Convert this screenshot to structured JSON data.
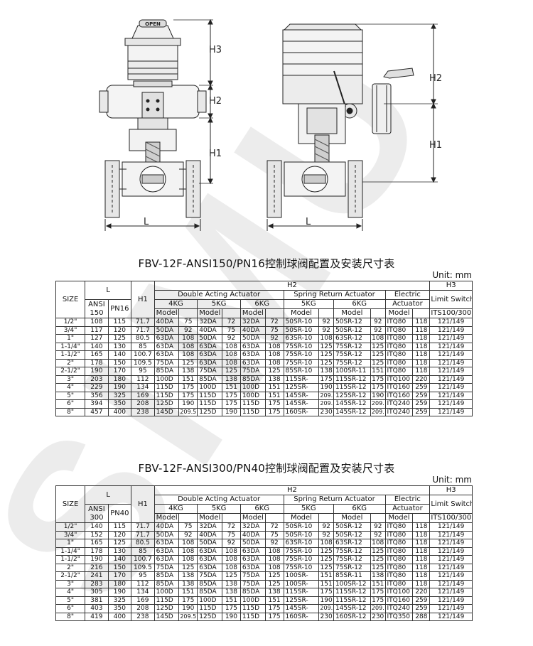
{
  "drawing": {
    "open_label": "OPEN",
    "dims": {
      "h1": "H1",
      "h2": "H2",
      "h3": "H3",
      "l": "L"
    }
  },
  "watermark": {
    "text": "SIMU"
  },
  "headers": {
    "size": "SIZE",
    "l": "L",
    "h1": "H1",
    "h2": "H2",
    "h3": "H3",
    "double_acting": "Double Acting Actuator",
    "spring_return": "Spring Return Actuator",
    "electric": "Electric",
    "actuator": "Actuator",
    "limit_switch": "Limit Switch",
    "kg4": "4KG",
    "kg5": "5KG",
    "kg6": "6KG",
    "model": "Model",
    "its": "ITS100/300"
  },
  "table1": {
    "title": "FBV-12F-ANSI150/PN16控制球阀配置及安装尺寸表",
    "unit": "Unit: mm",
    "ansi_label": "ANSI",
    "ansi_num": "150",
    "pn_label": "PN16",
    "rows": [
      [
        "1/2\"",
        "108",
        "115",
        "71.7",
        "40DA",
        "75",
        "32DA",
        "72",
        "32DA",
        "72",
        "50SR-10",
        "92",
        "50SR-12",
        "92",
        "ITQ80",
        "118",
        "121/149"
      ],
      [
        "3/4\"",
        "117",
        "120",
        "71.7",
        "50DA",
        "92",
        "40DA",
        "75",
        "40DA",
        "75",
        "50SR-10",
        "92",
        "50SR-12",
        "92",
        "ITQ80",
        "118",
        "121/149"
      ],
      [
        "1\"",
        "127",
        "125",
        "80.5",
        "63DA",
        "108",
        "50DA",
        "92",
        "50DA",
        "92",
        "63SR-10",
        "108",
        "63SR-12",
        "108",
        "ITQ80",
        "118",
        "121/149"
      ],
      [
        "1-1/4\"",
        "140",
        "130",
        "85",
        "63DA",
        "108",
        "63DA",
        "108",
        "63DA",
        "108",
        "75SR-10",
        "125",
        "75SR-12",
        "125",
        "ITQ80",
        "118",
        "121/149"
      ],
      [
        "1-1/2\"",
        "165",
        "140",
        "100.7",
        "63DA",
        "108",
        "63DA",
        "108",
        "63DA",
        "108",
        "75SR-10",
        "125",
        "75SR-12",
        "125",
        "ITQ80",
        "118",
        "121/149"
      ],
      [
        "2\"",
        "178",
        "150",
        "109.5",
        "75DA",
        "125",
        "63DA",
        "108",
        "63DA",
        "108",
        "75SR-10",
        "125",
        "75SR-12",
        "125",
        "ITQ80",
        "118",
        "121/149"
      ],
      [
        "2-1/2\"",
        "190",
        "170",
        "95",
        "85DA",
        "138",
        "75DA",
        "125",
        "75DA",
        "125",
        "85SR-10",
        "138",
        "100SR-11",
        "151",
        "ITQ80",
        "118",
        "121/149"
      ],
      [
        "3\"",
        "203",
        "180",
        "112",
        "100D",
        "151",
        "85DA",
        "138",
        "85DA",
        "138",
        "115SR-",
        "175",
        "115SR-12",
        "175",
        "ITQ100",
        "220",
        "121/149"
      ],
      [
        "4\"",
        "229",
        "190",
        "134",
        "115D",
        "175",
        "100D",
        "151",
        "100D",
        "151",
        "125SR-",
        "190",
        "115SR-12",
        "175",
        "ITQ160",
        "259",
        "121/149"
      ],
      [
        "5\"",
        "356",
        "325",
        "169",
        "115D",
        "175",
        "115D",
        "175",
        "100D",
        "151",
        "145SR-",
        "209.",
        "125SR-12",
        "190",
        "ITQ160",
        "259",
        "121/149"
      ],
      [
        "6\"",
        "394",
        "350",
        "208",
        "125D",
        "190",
        "115D",
        "175",
        "115D",
        "175",
        "145SR-",
        "209.",
        "145SR-12",
        "209.",
        "ITQ240",
        "259",
        "121/149"
      ],
      [
        "8\"",
        "457",
        "400",
        "238",
        "145D",
        "209.5",
        "125D",
        "190",
        "115D",
        "175",
        "160SR-",
        "230",
        "145SR-12",
        "209.",
        "ITQ240",
        "259",
        "121/149"
      ]
    ]
  },
  "table2": {
    "title": "FBV-12F-ANSI300/PN40控制球阀配置及安装尺寸表",
    "unit": "Unit: mm",
    "ansi_label": "ANSI",
    "ansi_num": "300",
    "pn_label": "PN40",
    "rows": [
      [
        "1/2\"",
        "140",
        "115",
        "71.7",
        "40DA",
        "75",
        "32DA",
        "72",
        "32DA",
        "72",
        "50SR-10",
        "92",
        "50SR-12",
        "92",
        "ITQ80",
        "118",
        "121/149"
      ],
      [
        "3/4\"",
        "152",
        "120",
        "71.7",
        "50DA",
        "92",
        "40DA",
        "75",
        "40DA",
        "75",
        "50SR-10",
        "92",
        "50SR-12",
        "92",
        "ITQ80",
        "118",
        "121/149"
      ],
      [
        "1\"",
        "165",
        "125",
        "80.5",
        "63DA",
        "108",
        "50DA",
        "92",
        "50DA",
        "92",
        "63SR-10",
        "108",
        "63SR-12",
        "108",
        "ITQ80",
        "118",
        "121/149"
      ],
      [
        "1-1/4\"",
        "178",
        "130",
        "85",
        "63DA",
        "108",
        "63DA",
        "108",
        "63DA",
        "108",
        "75SR-10",
        "125",
        "75SR-12",
        "125",
        "ITQ80",
        "118",
        "121/149"
      ],
      [
        "1-1/2\"",
        "190",
        "140",
        "100.7",
        "63DA",
        "108",
        "63DA",
        "108",
        "63DA",
        "108",
        "75SR-10",
        "125",
        "75SR-12",
        "125",
        "ITQ80",
        "118",
        "121/149"
      ],
      [
        "2\"",
        "216",
        "150",
        "109.5",
        "75DA",
        "125",
        "63DA",
        "108",
        "63DA",
        "108",
        "75SR-10",
        "125",
        "75SR-12",
        "125",
        "ITQ80",
        "118",
        "121/149"
      ],
      [
        "2-1/2\"",
        "241",
        "170",
        "95",
        "85DA",
        "138",
        "75DA",
        "125",
        "75DA",
        "125",
        "100SR-",
        "151",
        "85SR-11",
        "138",
        "ITQ80",
        "118",
        "121/149"
      ],
      [
        "3\"",
        "283",
        "180",
        "112",
        "85DA",
        "138",
        "85DA",
        "138",
        "75DA",
        "125",
        "100SR-",
        "151",
        "100SR-12",
        "151",
        "ITQ80",
        "118",
        "121/149"
      ],
      [
        "4\"",
        "305",
        "190",
        "134",
        "100D",
        "151",
        "85DA",
        "138",
        "85DA",
        "138",
        "115SR-",
        "175",
        "115SR-12",
        "175",
        "ITQ100",
        "220",
        "121/149"
      ],
      [
        "5\"",
        "381",
        "325",
        "169",
        "115D",
        "175",
        "100D",
        "151",
        "100D",
        "151",
        "125SR-",
        "190",
        "115SR-12",
        "175",
        "ITQ160",
        "259",
        "121/149"
      ],
      [
        "6\"",
        "403",
        "350",
        "208",
        "125D",
        "190",
        "115D",
        "175",
        "115D",
        "175",
        "145SR-",
        "209.",
        "145SR-12",
        "209.",
        "ITQ240",
        "259",
        "121/149"
      ],
      [
        "8\"",
        "419",
        "400",
        "238",
        "145D",
        "209.5",
        "125D",
        "190",
        "115D",
        "175",
        "160SR-",
        "230",
        "160SR-12",
        "230",
        "ITQ350",
        "288",
        "121/149"
      ]
    ]
  }
}
